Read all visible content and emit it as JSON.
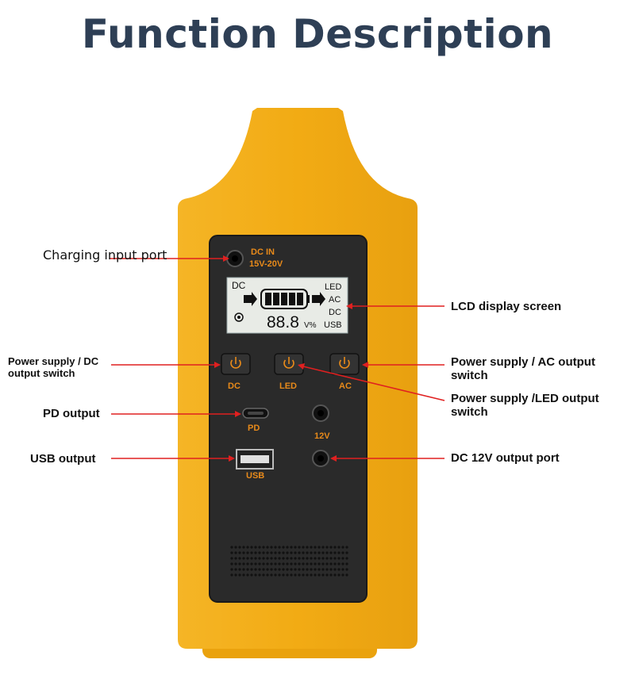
{
  "title": "Function Description",
  "device": {
    "colors": {
      "body": "#f2ab14",
      "panel": "#2a2a2a",
      "lcd": "#e8ebe6",
      "accent": "#e88a1a",
      "arrow": "#e02020"
    },
    "dc_in_label": "DC IN",
    "dc_in_range": "15V-20V",
    "lcd": {
      "left_label": "DC",
      "right_labels": [
        "LED",
        "AC",
        "DC",
        "USB"
      ],
      "digits": "88.8",
      "units": "V%"
    },
    "buttons": [
      {
        "label": "DC",
        "icon": "power-icon"
      },
      {
        "label": "LED",
        "icon": "power-icon"
      },
      {
        "label": "AC",
        "icon": "power-icon"
      }
    ],
    "pd_label": "PD",
    "v12_label": "12V",
    "usb_label": "USB"
  },
  "callouts": {
    "charging": "Charging input port",
    "lcd": "LCD display screen",
    "dc_switch": "Power supply / DC output switch",
    "ac_switch": "Power supply / AC output switch",
    "led_switch": "Power supply /LED output switch",
    "pd": "PD output",
    "usb": "USB output",
    "dc12": "DC 12V output port"
  }
}
